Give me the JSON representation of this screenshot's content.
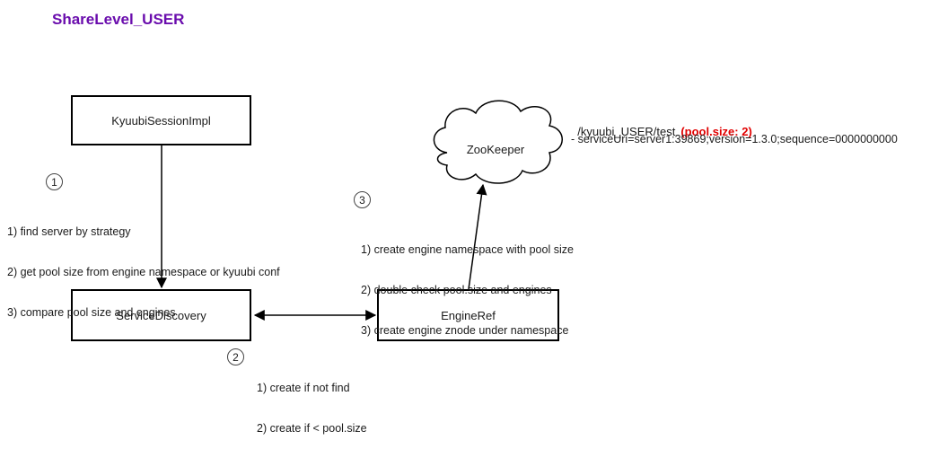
{
  "title": "ShareLevel_USER",
  "nodes": {
    "session": "KyuubiSessionImpl",
    "discovery": "ServiceDiscovery",
    "engine_ref": "EngineRef",
    "zookeeper": "ZooKeeper"
  },
  "steps": {
    "one": {
      "marker": "1",
      "lines": [
        "1) find server by strategy",
        "2) get pool size from engine namespace or kyuubi conf",
        "3) compare pool size and engines"
      ]
    },
    "two": {
      "marker": "2",
      "lines": [
        "1) create if not find",
        "2) create if < pool.size"
      ]
    },
    "three": {
      "marker": "3",
      "lines": [
        "1) create engine namespace with pool size",
        "2) double check pool.size and engines",
        "3) create engine znode under namespace"
      ]
    }
  },
  "zk_node": {
    "path": "/kyuubi_USER/test",
    "highlight": "(pool.size: 2)",
    "entry": "- serviceUri=server1:39869;version=1.3.0;sequence=0000000000"
  },
  "colors": {
    "title": "#6a0dad",
    "highlight": "#e00000"
  }
}
